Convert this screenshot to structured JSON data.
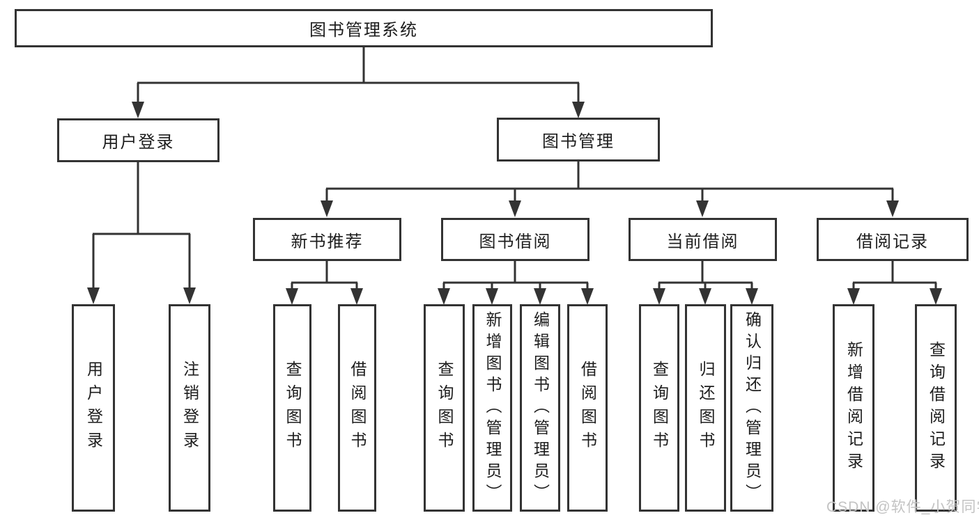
{
  "diagram": {
    "root": {
      "id": "library-system",
      "label": "图书管理系统"
    },
    "level2": [
      {
        "id": "user-login",
        "label": "用户登录"
      },
      {
        "id": "book-management",
        "label": "图书管理"
      }
    ],
    "level3": [
      {
        "id": "new-book-recommend",
        "parent": "book-management",
        "label": "新书推荐"
      },
      {
        "id": "book-borrow",
        "parent": "book-management",
        "label": "图书借阅"
      },
      {
        "id": "current-borrow",
        "parent": "book-management",
        "label": "当前借阅"
      },
      {
        "id": "borrow-record",
        "parent": "book-management",
        "label": "借阅记录"
      }
    ],
    "level4": [
      {
        "id": "leaf-user-login",
        "parent": "user-login",
        "label": "用户登录"
      },
      {
        "id": "leaf-logout",
        "parent": "user-login",
        "label": "注销登录"
      },
      {
        "id": "leaf-rec-query-book",
        "parent": "new-book-recommend",
        "label": "查询图书"
      },
      {
        "id": "leaf-rec-borrow-book",
        "parent": "new-book-recommend",
        "label": "借阅图书"
      },
      {
        "id": "leaf-bb-query-book",
        "parent": "book-borrow",
        "label": "查询图书"
      },
      {
        "id": "leaf-bb-add-book",
        "parent": "book-borrow",
        "label": "新增图书（管理员）"
      },
      {
        "id": "leaf-bb-edit-book",
        "parent": "book-borrow",
        "label": "编辑图书（管理员）"
      },
      {
        "id": "leaf-bb-borrow-book",
        "parent": "book-borrow",
        "label": "借阅图书"
      },
      {
        "id": "leaf-cb-query-book",
        "parent": "current-borrow",
        "label": "查询图书"
      },
      {
        "id": "leaf-cb-return-book",
        "parent": "current-borrow",
        "label": "归还图书"
      },
      {
        "id": "leaf-cb-confirm-return",
        "parent": "current-borrow",
        "label": "确认归还（管理员）"
      },
      {
        "id": "leaf-br-add-record",
        "parent": "borrow-record",
        "label": "新增借阅记录"
      },
      {
        "id": "leaf-br-query-record",
        "parent": "borrow-record",
        "label": "查询借阅记录"
      }
    ]
  },
  "watermark": {
    "text": "CSDN @软件_小贺同学"
  },
  "colors": {
    "background": "#ffffff",
    "line": "#333333",
    "text": "#1d1d1d",
    "watermark": "#c3c3c3"
  }
}
